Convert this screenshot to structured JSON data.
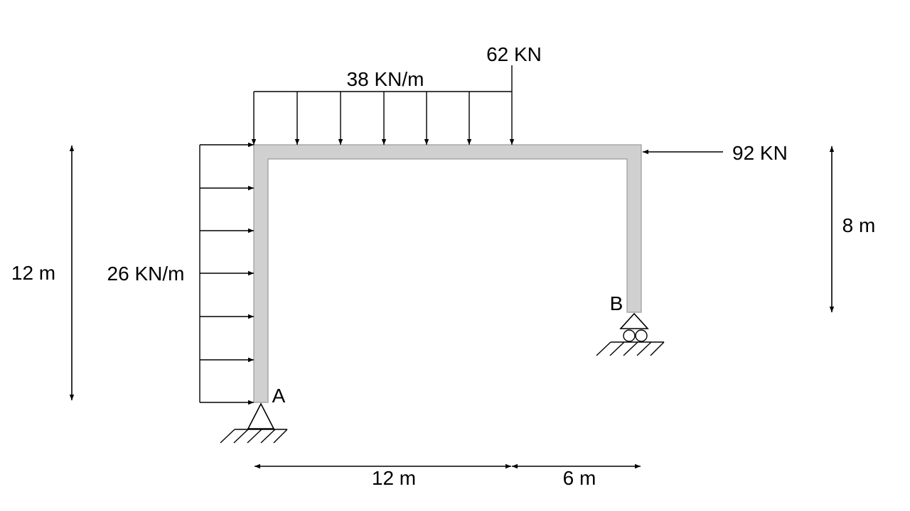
{
  "labels": {
    "point_load_top": "62 KN",
    "udl_top": "38 KN/m",
    "point_load_right": "92 KN",
    "udl_left": "26 KN/m",
    "dim_left_height": "12 m",
    "dim_right_height": "8 m",
    "dim_bottom_span_1": "12 m",
    "dim_bottom_span_2": "6 m",
    "support_a": "A",
    "support_b": "B"
  },
  "colors": {
    "member_fill": "#d0d0d0",
    "member_stroke": "#9a9a9a",
    "line": "#000000"
  }
}
